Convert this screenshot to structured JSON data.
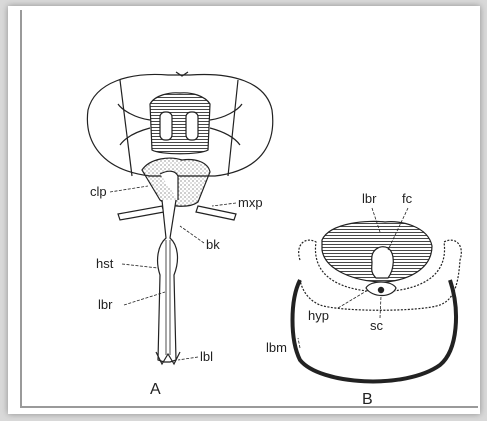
{
  "figure": {
    "panel_a": {
      "title": "A",
      "labels": {
        "clp": "clp",
        "mxp": "mxp",
        "bk": "bk",
        "hst": "hst",
        "lbr": "lbr",
        "lbl": "lbl"
      }
    },
    "panel_b": {
      "title": "B",
      "labels": {
        "lbr": "lbr",
        "fc": "fc",
        "hyp": "hyp",
        "sc": "sc",
        "lbm": "lbm"
      }
    }
  }
}
